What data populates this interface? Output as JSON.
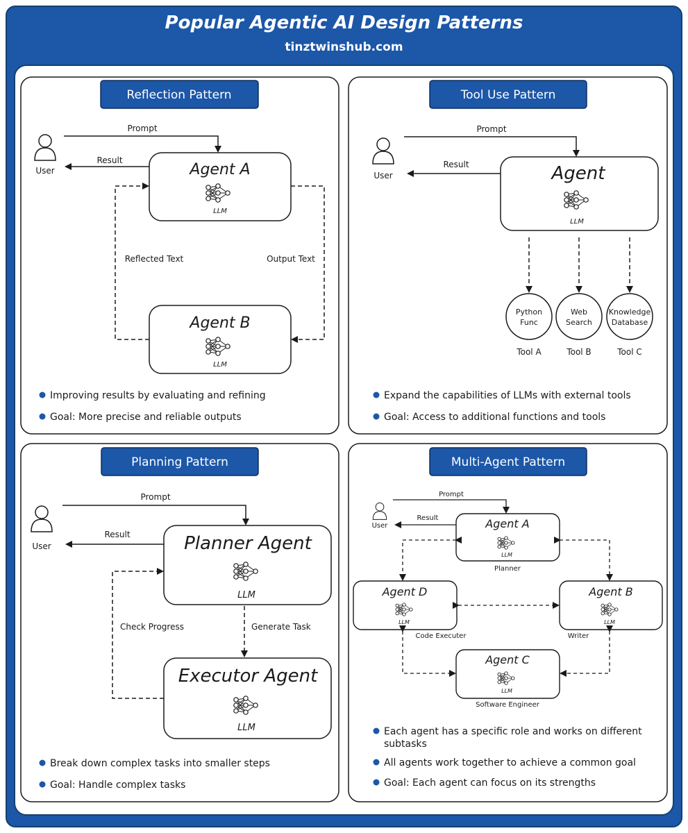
{
  "header": {
    "title": "Popular Agentic AI Design Patterns",
    "subtitle": "tinztwinshub.com"
  },
  "colors": {
    "accent": "#1c57a8",
    "dark": "#1a1a1a",
    "bullet": "#1c57a8"
  },
  "reflection": {
    "title": "Reflection Pattern",
    "user": "User",
    "prompt": "Prompt",
    "result": "Result",
    "agent_a": "Agent A",
    "agent_b": "Agent B",
    "llm_a": "LLM",
    "llm_b": "LLM",
    "reflected_text": "Reflected Text",
    "output_text": "Output Text",
    "bullets": [
      "Improving results by evaluating and refining",
      "Goal: More precise and reliable outputs"
    ]
  },
  "tool_use": {
    "title": "Tool Use Pattern",
    "user": "User",
    "prompt": "Prompt",
    "result": "Result",
    "agent": "Agent",
    "llm": "LLM",
    "tools": [
      {
        "line1": "Python",
        "line2": "Func",
        "label": "Tool A"
      },
      {
        "line1": "Web",
        "line2": "Search",
        "label": "Tool B"
      },
      {
        "line1": "Knowledge",
        "line2": "Database",
        "label": "Tool C"
      }
    ],
    "bullets": [
      "Expand the capabilities of LLMs with external tools",
      "Goal: Access to additional functions and tools"
    ]
  },
  "planning": {
    "title": "Planning Pattern",
    "user": "User",
    "prompt": "Prompt",
    "result": "Result",
    "planner": "Planner Agent",
    "executor": "Executor Agent",
    "llm_p": "LLM",
    "llm_e": "LLM",
    "check_progress": "Check Progress",
    "generate_task": "Generate Task",
    "bullets": [
      "Break down complex tasks into smaller steps",
      "Goal: Handle complex tasks"
    ]
  },
  "multi_agent": {
    "title": "Multi-Agent Pattern",
    "user": "User",
    "prompt": "Prompt",
    "result": "Result",
    "agents": [
      {
        "name": "Agent A",
        "llm": "LLM",
        "role": "Planner"
      },
      {
        "name": "Agent B",
        "llm": "LLM",
        "role": "Writer"
      },
      {
        "name": "Agent C",
        "llm": "LLM",
        "role": "Software Engineer"
      },
      {
        "name": "Agent D",
        "llm": "LLM",
        "role": "Code Executer"
      }
    ],
    "bullets": [
      "Each agent has a specific role and works on different",
      "subtasks",
      "All agents work together to achieve a common goal",
      "Goal: Each agent can focus on its strengths"
    ]
  }
}
